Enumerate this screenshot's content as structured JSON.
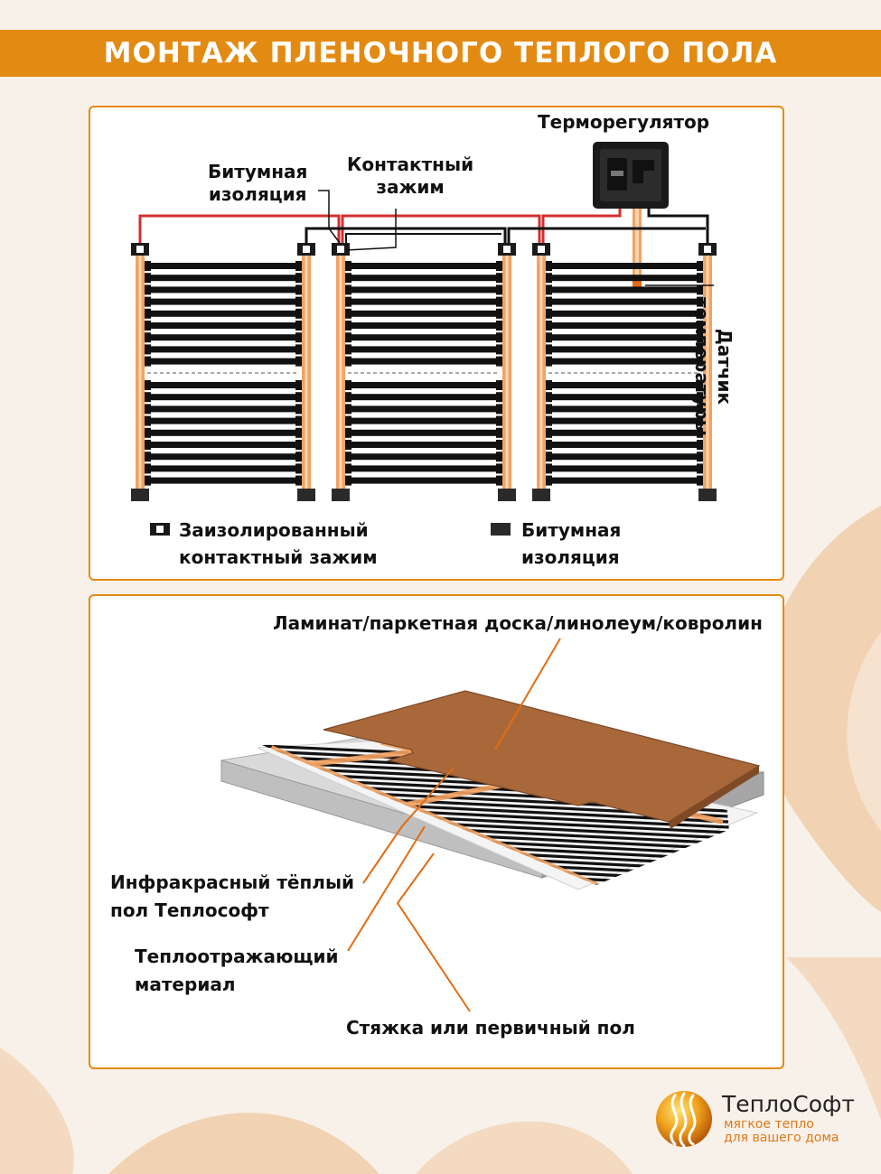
{
  "title": "МОНТАЖ ПЛЕНОЧНОГО ТЕПЛОГО ПОЛА",
  "wiring": {
    "thermostat": "Терморегулятор",
    "bitumen_top_line1": "Битумная",
    "bitumen_top_line2": "изоляция",
    "clamp_line1": "Контактный",
    "clamp_line2": "зажим",
    "sensor_line1": "Датчик",
    "sensor_line2": "температуры",
    "legend_clamp_line1": "Заизолированный",
    "legend_clamp_line2": "контактный зажим",
    "legend_bitumen_line1": "Битумная",
    "legend_bitumen_line2": "изоляция",
    "film_strips": 3
  },
  "layers": {
    "top_covering": "Ламинат/паркетная доска/линолеум/ковролин",
    "infrared_line1": "Инфракрасный тёплый",
    "infrared_line2": "пол Теплософт",
    "reflective_line1": "Теплоотражающий",
    "reflective_line2": "материал",
    "screed": "Стяжка или первичный пол"
  },
  "brand": {
    "name": "ТеплоСофт",
    "tagline_line1": "мягкое тепло",
    "tagline_line2": "для вашего дома"
  },
  "colors": {
    "accent": "#e38a12",
    "wire_red": "#d32f2f",
    "copper": "#f2a262",
    "floor_brown": "#a9683a"
  }
}
